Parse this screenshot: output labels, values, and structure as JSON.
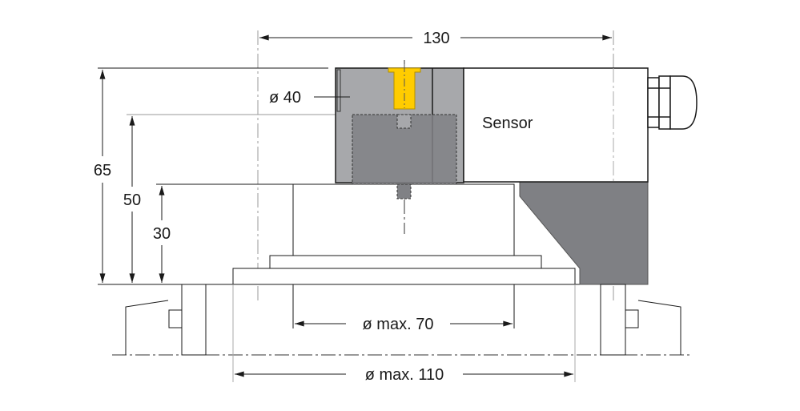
{
  "dimensions": {
    "width_total": "130",
    "height_total": "65",
    "height_mid": "50",
    "height_low": "30",
    "diameter_target": "ø 40",
    "diameter_inner": "ø max. 70",
    "diameter_outer": "ø max. 110"
  },
  "labels": {
    "sensor": "Sensor"
  },
  "colors": {
    "housing_light": "#a7a8ab",
    "housing_dark": "#808185",
    "bracket": "#7f8084",
    "bolt": "#ffcc00",
    "line": "#1a1a1a",
    "centerline": "#b5b5b5"
  }
}
